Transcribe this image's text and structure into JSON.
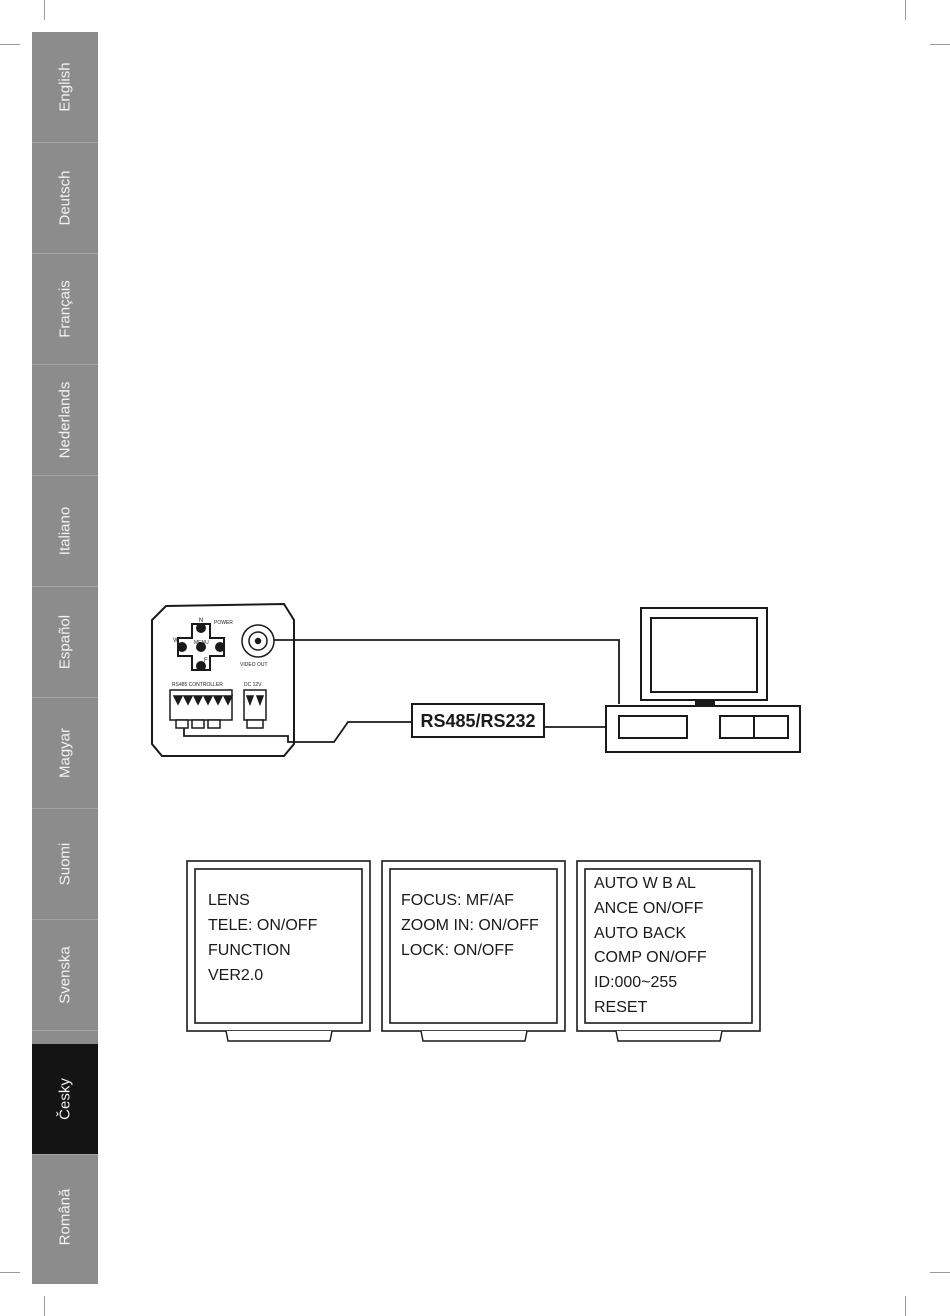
{
  "sidebar": {
    "tabs": [
      {
        "label": "English"
      },
      {
        "label": "Deutsch"
      },
      {
        "label": "Français"
      },
      {
        "label": "Nederlands"
      },
      {
        "label": "Italiano"
      },
      {
        "label": "Español"
      },
      {
        "label": "Magyar"
      },
      {
        "label": "Suomi"
      },
      {
        "label": "Svenska"
      },
      {
        "label": "Česky"
      },
      {
        "label": "Română"
      }
    ],
    "active_tab": "Česky"
  },
  "diagram": {
    "converter_label": "RS485/RS232",
    "camera_labels": {
      "power": "POWER",
      "menu": "MENU",
      "video_out": "VIDEO OUT",
      "rs485_controller": "RS485 CONTROLLER",
      "dc12v": "DC 12V",
      "key_n": "N",
      "key_f": "F",
      "key_w": "W",
      "key_t": "T"
    }
  },
  "screens": [
    {
      "lines": [
        "LENS",
        "TELE: ON/OFF",
        "FUNCTION",
        "VER2.0"
      ]
    },
    {
      "lines": [
        "FOCUS: MF/AF",
        "ZOOM IN: ON/OFF",
        "LOCK: ON/OFF"
      ]
    },
    {
      "lines": [
        "AUTO W B AL",
        "ANCE ON/OFF",
        "AUTO BACK",
        "COMP ON/OFF",
        "ID:000~255",
        "RESET"
      ]
    }
  ],
  "colors": {
    "sidebar_bg": "#8c8c8c",
    "active_tab_bg": "#141414",
    "tab_text": "#f2f2f2",
    "line": "#1a1a1a"
  }
}
